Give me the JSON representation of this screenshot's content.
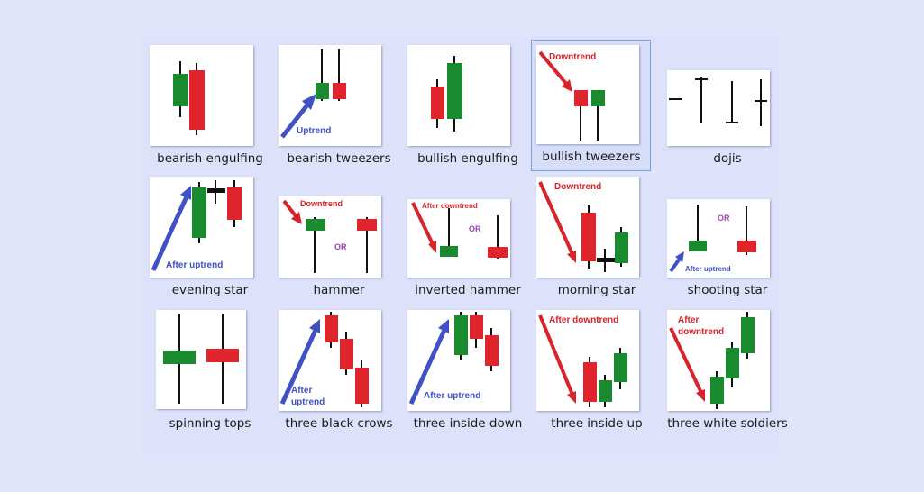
{
  "colors": {
    "background": "#e0e4fb",
    "thumbnail": "#ffffff",
    "bullish": "#1a8a2e",
    "bearish": "#e0242b",
    "doji": "#111111",
    "uptrend_arrow": "#3f51c4",
    "downtrend_arrow": "#d8232a",
    "selection_border": "#7d9fd9"
  },
  "selected_item": "bullish tweezers",
  "items": [
    {
      "caption": "bearish engulfing"
    },
    {
      "caption": "bearish tweezers",
      "annotations": [
        "Uptrend"
      ]
    },
    {
      "caption": "bullish engulfing"
    },
    {
      "caption": "bullish tweezers",
      "annotations": [
        "Downtrend"
      ]
    },
    {
      "caption": "dojis"
    },
    {
      "caption": "evening star",
      "annotations": [
        "After uptrend"
      ]
    },
    {
      "caption": "hammer",
      "annotations": [
        "Downtrend",
        "OR"
      ]
    },
    {
      "caption": "inverted hammer",
      "annotations": [
        "After downtrend",
        "OR"
      ]
    },
    {
      "caption": "morning star",
      "annotations": [
        "Downtrend"
      ]
    },
    {
      "caption": "shooting star",
      "annotations": [
        "OR",
        "After uptrend"
      ]
    },
    {
      "caption": "spinning tops"
    },
    {
      "caption": "three black crows",
      "annotations": [
        "After",
        "uptrend"
      ]
    },
    {
      "caption": "three inside down",
      "annotations": [
        "After uptrend"
      ]
    },
    {
      "caption": "three inside up",
      "annotations": [
        "After downtrend"
      ]
    },
    {
      "caption": "three white soldiers",
      "annotations": [
        "After",
        "downtrend"
      ]
    }
  ]
}
